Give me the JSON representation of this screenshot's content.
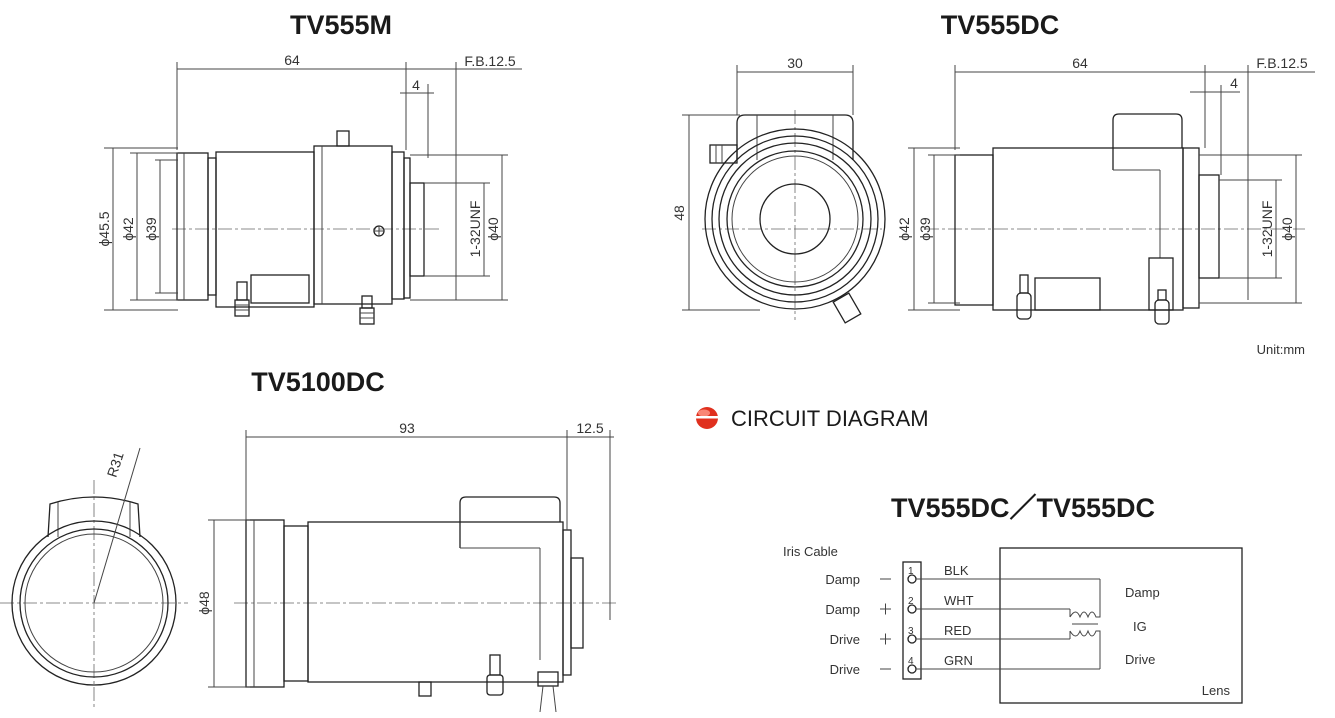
{
  "titles": {
    "tv555m": "TV555M",
    "tv555dc": "TV555DC",
    "tv5100dc": "TV5100DC",
    "circuit_heading": "CIRCUIT DIAGRAM",
    "circuit_models": "TV555DC／TV555DC"
  },
  "unit": "Unit:mm",
  "tv555m_dims": {
    "length": "64",
    "fb": "F.B.12.5",
    "flange": "4",
    "d455": "ϕ45.5",
    "d42": "ϕ42",
    "d39": "ϕ39",
    "thread": "1-32UNF",
    "d40": "ϕ40"
  },
  "tv555dc_dims": {
    "front_width": "30",
    "front_height": "48",
    "length": "64",
    "fb": "F.B.12.5",
    "flange": "4",
    "d42": "ϕ42",
    "d39": "ϕ39",
    "thread": "1-32UNF",
    "d40": "ϕ40"
  },
  "tv5100dc_dims": {
    "radius": "R31",
    "length": "93",
    "fb": "12.5",
    "d48": "ϕ48"
  },
  "circuit": {
    "cable_label": "Iris Cable",
    "lens_label": "Lens",
    "coil_damp": "Damp",
    "coil_ig": "IG",
    "coil_drive": "Drive",
    "pins": [
      {
        "func": "Damp",
        "sign": "−",
        "num": "1",
        "wire": "BLK"
      },
      {
        "func": "Damp",
        "sign": "+",
        "num": "2",
        "wire": "WHT"
      },
      {
        "func": "Drive",
        "sign": "+",
        "num": "3",
        "wire": "RED"
      },
      {
        "func": "Drive",
        "sign": "−",
        "num": "4",
        "wire": "GRN"
      }
    ]
  },
  "colors": {
    "bullet": "#e0301e",
    "ink": "#1a1a1a"
  }
}
